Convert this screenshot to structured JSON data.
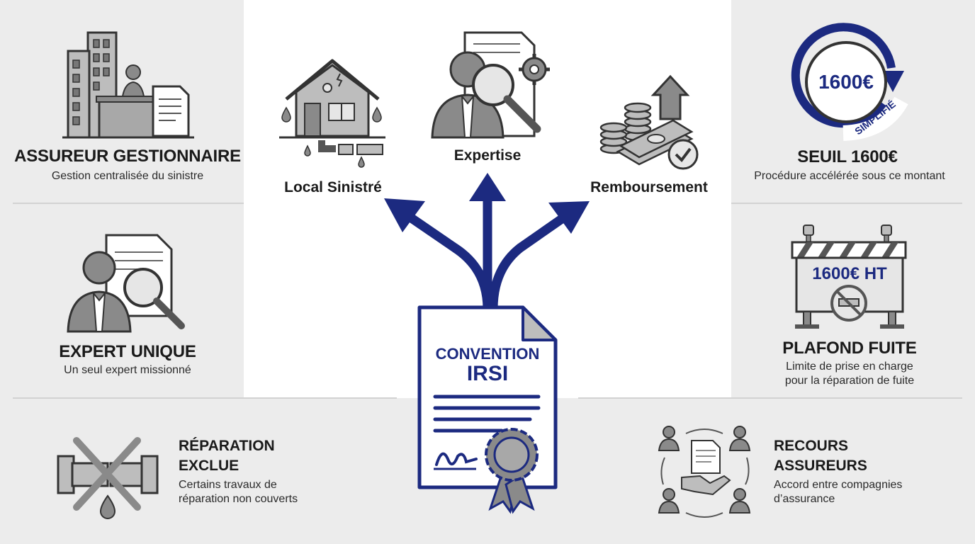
{
  "center": {
    "title_line1": "CONVENTION",
    "title_line2": "IRSI"
  },
  "branches": {
    "local": "Local Sinistré",
    "expertise": "Expertise",
    "remboursement": "Remboursement"
  },
  "left": [
    {
      "title": "ASSUREUR GESTIONNAIRE",
      "subtitle": "Gestion centralisée du sinistre"
    },
    {
      "title": "EXPERT UNIQUE",
      "subtitle": "Un seul expert missionné"
    },
    {
      "title_line1": "RÉPARATION",
      "title_line2": "EXCLUE",
      "subtitle_line1": "Certains travaux de",
      "subtitle_line2": "réparation non couverts"
    }
  ],
  "right": [
    {
      "title": "SEUIL 1600€",
      "subtitle": "Procédure accélérée sous ce montant",
      "badge_value": "1600€",
      "badge_text": "SIMPLIFIÉ"
    },
    {
      "title": "PLAFOND FUITE",
      "subtitle_line1": "Limite de prise en charge",
      "subtitle_line2": "pour la réparation de fuite",
      "sign_value": "1600€ HT"
    },
    {
      "title_line1": "RECOURS",
      "title_line2": "ASSUREURS",
      "subtitle_line1": "Accord entre compagnies",
      "subtitle_line2": "d’assurance"
    }
  ],
  "colors": {
    "navy": "#1c2a80",
    "gray": "#8a8a8a",
    "dark": "#333333"
  }
}
